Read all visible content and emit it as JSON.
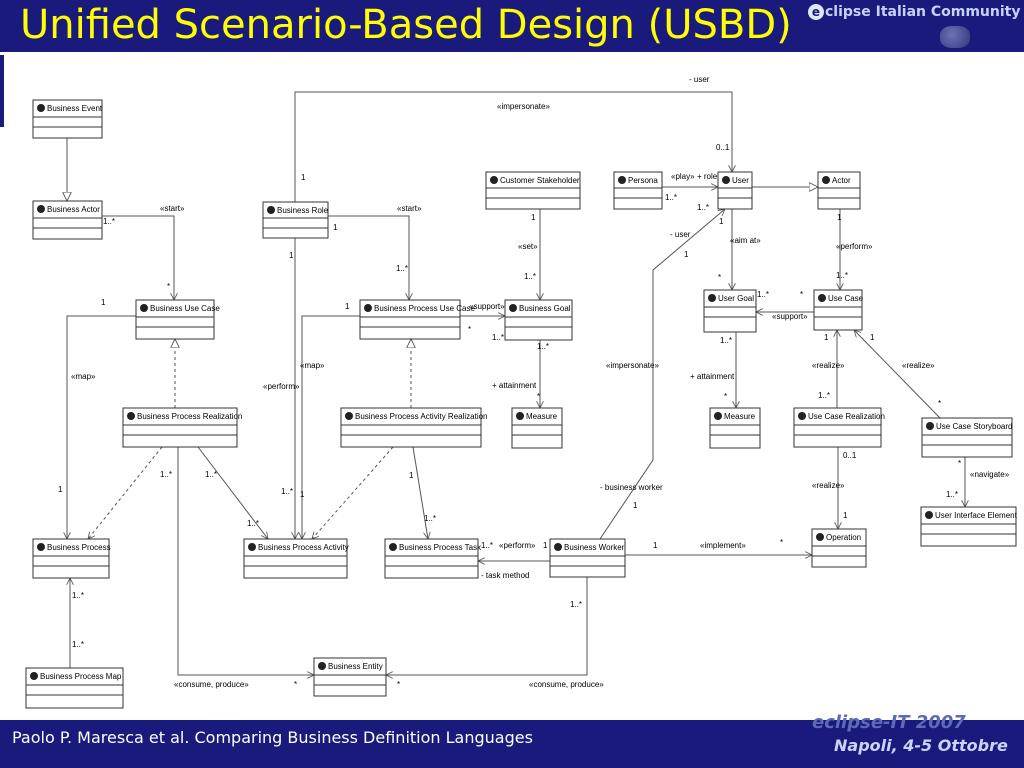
{
  "header": {
    "title": "Unified Scenario-Based Design (USBD)",
    "logo_text": "clipse Italian Community",
    "logo_initial": "e"
  },
  "footer": {
    "author_text": "Paolo P. Maresca et al. Comparing Business Definition Languages",
    "conference": "eclipse-IT 2007",
    "location": "Napoli, 4-5 Ottobre"
  },
  "colors": {
    "header_bg": "#1a1a7c",
    "title": "#ffff00"
  },
  "diagram": {
    "classes": [
      {
        "id": "business-event",
        "name": "Business Event"
      },
      {
        "id": "business-actor",
        "name": "Business Actor"
      },
      {
        "id": "business-role",
        "name": "Business Role"
      },
      {
        "id": "customer-stakeholder",
        "name": "Customer Stakeholder"
      },
      {
        "id": "persona",
        "name": "Persona"
      },
      {
        "id": "user",
        "name": "User"
      },
      {
        "id": "actor",
        "name": "Actor"
      },
      {
        "id": "business-use-case",
        "name": "Business Use Case"
      },
      {
        "id": "business-process-use-case",
        "name": "Business Process Use Case"
      },
      {
        "id": "business-goal",
        "name": "Business Goal"
      },
      {
        "id": "user-goal",
        "name": "User Goal"
      },
      {
        "id": "use-case",
        "name": "Use Case"
      },
      {
        "id": "business-process-realization",
        "name": "Business Process Realization"
      },
      {
        "id": "business-process-activity-realization",
        "name": "Business Process Activity Realization"
      },
      {
        "id": "measure-1",
        "name": "Measure"
      },
      {
        "id": "measure-2",
        "name": "Measure"
      },
      {
        "id": "use-case-realization",
        "name": "Use Case Realization"
      },
      {
        "id": "use-case-storyboard",
        "name": "Use Case Storyboard"
      },
      {
        "id": "business-process",
        "name": "Business Process"
      },
      {
        "id": "business-process-activity",
        "name": "Business Process Activity"
      },
      {
        "id": "business-process-task",
        "name": "Business Process Task"
      },
      {
        "id": "business-worker",
        "name": "Business Worker"
      },
      {
        "id": "operation",
        "name": "Operation"
      },
      {
        "id": "user-interface-element",
        "name": "User Interface Element"
      },
      {
        "id": "business-process-map",
        "name": "Business Process Map"
      },
      {
        "id": "business-entity",
        "name": "Business Entity"
      }
    ],
    "labels": [
      {
        "id": "l-user-top",
        "text": "- user"
      },
      {
        "id": "l-impersonate-top",
        "text": "«impersonate»"
      },
      {
        "id": "l-01-user",
        "text": "0..1"
      },
      {
        "id": "l-1-role",
        "text": "1"
      },
      {
        "id": "l-start-1",
        "text": "«start»"
      },
      {
        "id": "l-1star-ba",
        "text": "1..*"
      },
      {
        "id": "l-star-buc",
        "text": "*"
      },
      {
        "id": "l-start-2",
        "text": "«start»"
      },
      {
        "id": "l-1-br-right",
        "text": "1"
      },
      {
        "id": "l-1star-bpuc",
        "text": "1..*"
      },
      {
        "id": "l-1-br-down",
        "text": "1"
      },
      {
        "id": "l-1-cs",
        "text": "1"
      },
      {
        "id": "l-set",
        "text": "«set»"
      },
      {
        "id": "l-1star-bg",
        "text": "1..*"
      },
      {
        "id": "l-play",
        "text": "«play»"
      },
      {
        "id": "l-role",
        "text": "+ role"
      },
      {
        "id": "l-1star-persona",
        "text": "1..*"
      },
      {
        "id": "l-1star-user",
        "text": "1..*"
      },
      {
        "id": "l-1-user-down",
        "text": "1"
      },
      {
        "id": "l-aim",
        "text": "«aim at»"
      },
      {
        "id": "l-user-diag",
        "text": "- user"
      },
      {
        "id": "l-1-user-diag",
        "text": "1"
      },
      {
        "id": "l-1-actor",
        "text": "1"
      },
      {
        "id": "l-perform-actor",
        "text": "«perform»"
      },
      {
        "id": "l-1star-uc",
        "text": "1..*"
      },
      {
        "id": "l-star-ug",
        "text": "*"
      },
      {
        "id": "l-1star-ug",
        "text": "1..*"
      },
      {
        "id": "l-star-uc-left",
        "text": "*"
      },
      {
        "id": "l-support-2",
        "text": "«support»"
      },
      {
        "id": "l-1-buc-left",
        "text": "1"
      },
      {
        "id": "l-map-1",
        "text": "«map»"
      },
      {
        "id": "l-1-bpuc-left",
        "text": "1"
      },
      {
        "id": "l-support-1",
        "text": "«support»"
      },
      {
        "id": "l-star-bpuc",
        "text": "*"
      },
      {
        "id": "l-1star-bg-left",
        "text": "1..*"
      },
      {
        "id": "l-1star-bg-down",
        "text": "1..*"
      },
      {
        "id": "l-attain-1",
        "text": "+ attainment"
      },
      {
        "id": "l-star-m1",
        "text": "*"
      },
      {
        "id": "l-map-2",
        "text": "«map»"
      },
      {
        "id": "l-perform-2",
        "text": "«perform»"
      },
      {
        "id": "l-impersonate-mid",
        "text": "«impersonate»"
      },
      {
        "id": "l-1star-ug-down",
        "text": "1..*"
      },
      {
        "id": "l-attain-2",
        "text": "+ attainment"
      },
      {
        "id": "l-star-m2",
        "text": "*"
      },
      {
        "id": "l-1-uc-down",
        "text": "1"
      },
      {
        "id": "l-realize-1",
        "text": "«realize»"
      },
      {
        "id": "l-1star-ucr",
        "text": "1..*"
      },
      {
        "id": "l-1-uc-right",
        "text": "1"
      },
      {
        "id": "l-realize-2",
        "text": "«realize»"
      },
      {
        "id": "l-star-ucs",
        "text": "*"
      },
      {
        "id": "l-1-bp-left",
        "text": "1"
      },
      {
        "id": "l-1star-bpr-1",
        "text": "1..*"
      },
      {
        "id": "l-1star-bpr-2",
        "text": "1..*"
      },
      {
        "id": "l-1star-bpa-1",
        "text": "1..*"
      },
      {
        "id": "l-1star-bpa-2",
        "text": "1..*"
      },
      {
        "id": "l-1-bpa",
        "text": "1"
      },
      {
        "id": "l-1-bpar",
        "text": "1"
      },
      {
        "id": "l-1star-bpt",
        "text": "1..*"
      },
      {
        "id": "l-bw-label",
        "text": "- business worker"
      },
      {
        "id": "l-1-bw-diag",
        "text": "1"
      },
      {
        "id": "l-01-ucr",
        "text": "0..1"
      },
      {
        "id": "l-realize-3",
        "text": "«realize»"
      },
      {
        "id": "l-1-op",
        "text": "1"
      },
      {
        "id": "l-star-uie",
        "text": "*"
      },
      {
        "id": "l-navigate",
        "text": "«navigate»"
      },
      {
        "id": "l-1star-uie",
        "text": "1..*"
      },
      {
        "id": "l-1star-bpt-right",
        "text": "1..*"
      },
      {
        "id": "l-perform-3",
        "text": "«perform»"
      },
      {
        "id": "l-1-bw-left",
        "text": "1"
      },
      {
        "id": "l-task-method",
        "text": "- task method"
      },
      {
        "id": "l-1-bw-right",
        "text": "1"
      },
      {
        "id": "l-implement",
        "text": "«implement»"
      },
      {
        "id": "l-star-op",
        "text": "*"
      },
      {
        "id": "l-1star-bpm-1",
        "text": "1..*"
      },
      {
        "id": "l-1star-bpm-2",
        "text": "1..*"
      },
      {
        "id": "l-1star-bw-down",
        "text": "1..*"
      },
      {
        "id": "l-consume-1",
        "text": "«consume, produce»"
      },
      {
        "id": "l-star-be-left",
        "text": "*"
      },
      {
        "id": "l-star-be-right",
        "text": "*"
      },
      {
        "id": "l-consume-2",
        "text": "«consume, produce»"
      }
    ]
  }
}
